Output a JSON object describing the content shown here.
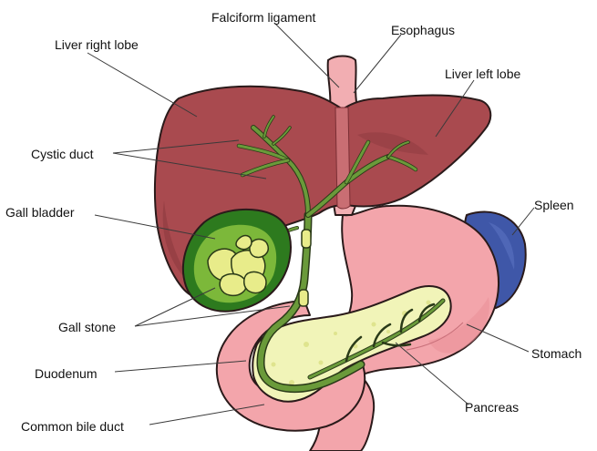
{
  "labels": {
    "falciform_ligament": "Falciform ligament",
    "esophagus": "Esophagus",
    "liver_right_lobe": "Liver right lobe",
    "liver_left_lobe": "Liver left lobe",
    "cystic_duct": "Cystic duct",
    "gall_bladder": "Gall bladder",
    "spleen": "Spleen",
    "gall_stone": "Gall stone",
    "stomach": "Stomach",
    "duodenum": "Duodenum",
    "pancreas": "Pancreas",
    "common_bile_duct": "Common bile duct"
  },
  "colors": {
    "liver": "#a94a4f",
    "liver_shadow": "#8e3a40",
    "stomach": "#f3a5ab",
    "stomach_shadow": "#e98f97",
    "esophagus": "#f2aeb2",
    "pancreas": "#f1f4b8",
    "pancreas_dots": "#dfe48e",
    "duct": "#6a9a3a",
    "gall_bladder": "#2d7a1e",
    "gall_bladder_inner": "#7cb83a",
    "gall_stone": "#e8ec8a",
    "spleen": "#3f57a8",
    "label_text": "#111111",
    "leader_line": "#3a3a3a"
  }
}
